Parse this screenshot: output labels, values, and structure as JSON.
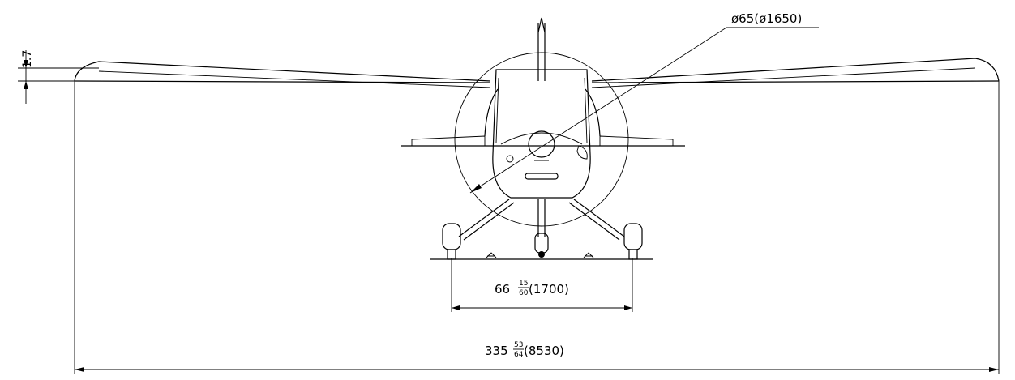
{
  "drawing": {
    "view": "front view",
    "subject": "high-wing aircraft",
    "dimensions": {
      "prop_diameter": {
        "main": "ø65",
        "paren": "(ø1650)"
      },
      "wing_dihedral": {
        "label": "1.7"
      },
      "main_gear_track": {
        "whole": "66",
        "num": "15",
        "den": "60",
        "paren": "(1700)"
      },
      "wingspan": {
        "whole": "335",
        "num": "53",
        "den": "64",
        "paren": "(8530)"
      }
    }
  }
}
